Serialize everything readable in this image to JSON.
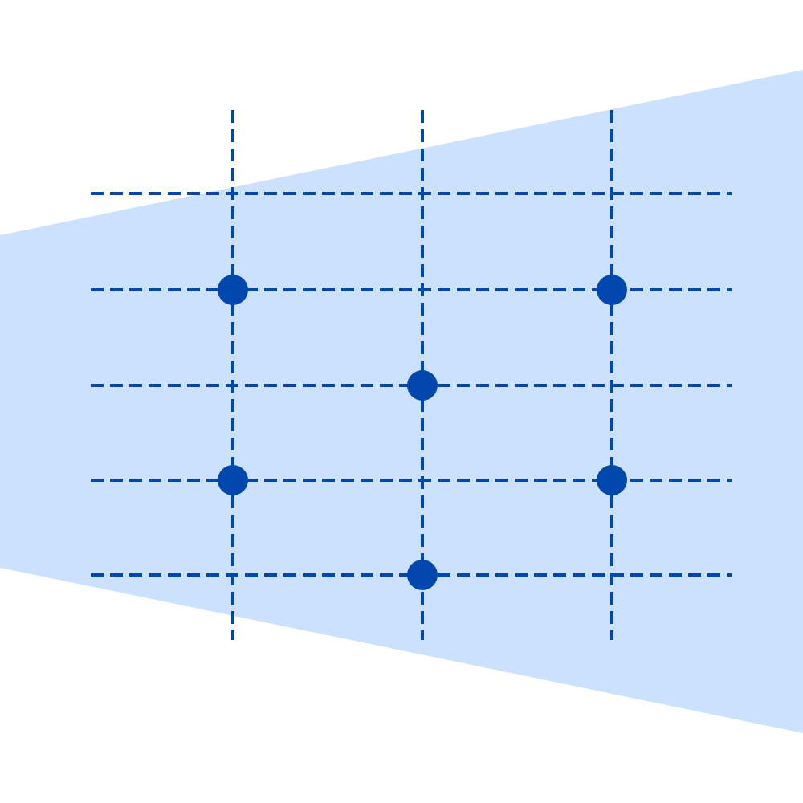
{
  "diagram": {
    "colors": {
      "background": "#ffffff",
      "field": "#cce1fd",
      "lines": "#0048ad",
      "markers": "#0048ad"
    },
    "line_style": "dashed",
    "grid": {
      "columns": 3,
      "rows": 5
    },
    "markers": [
      {
        "col": 0,
        "row": 1
      },
      {
        "col": 2,
        "row": 1
      },
      {
        "col": 1,
        "row": 2
      },
      {
        "col": 0,
        "row": 3
      },
      {
        "col": 2,
        "row": 3
      },
      {
        "col": 1,
        "row": 4
      }
    ]
  }
}
